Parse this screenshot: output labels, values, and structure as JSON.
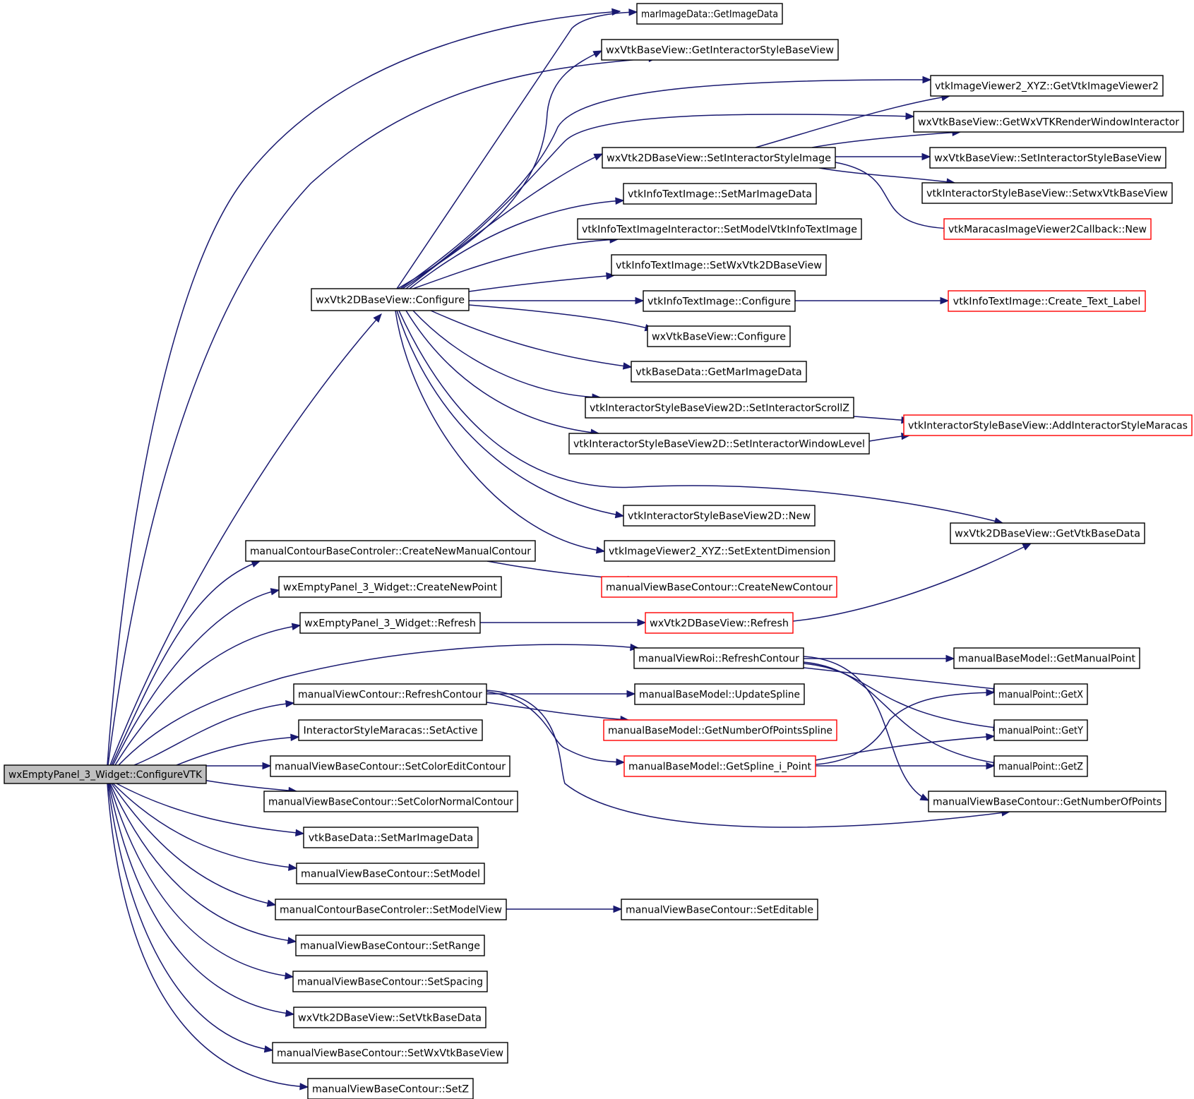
{
  "diagram": {
    "style": {
      "edge_color": "#191970",
      "root_fill": "#bfbfbf",
      "truncated_border": "#ff0000",
      "node_border": "#000000"
    },
    "nodes": [
      {
        "id": "root",
        "label": "wxEmptyPanel_3_Widget::ConfigureVTK",
        "kind": "root"
      },
      {
        "id": "cfg",
        "label": "wxVtk2DBaseView::Configure"
      },
      {
        "id": "getimg",
        "label": "marImageData::GetImageData"
      },
      {
        "id": "getisbv",
        "label": "wxVtkBaseView::GetInteractorStyleBaseView"
      },
      {
        "id": "getvtkiv2",
        "label": "vtkImageViewer2_XYZ::GetVtkImageViewer2"
      },
      {
        "id": "getwxrwi",
        "label": "wxVtkBaseView::GetWxVTKRenderWindowInteractor"
      },
      {
        "id": "setisi",
        "label": "wxVtk2DBaseView::SetInteractorStyleImage"
      },
      {
        "id": "setisbv",
        "label": "wxVtkBaseView::SetInteractorStyleBaseView"
      },
      {
        "id": "setwxvbv",
        "label": "vtkInteractorStyleBaseView::SetwxVtkBaseView"
      },
      {
        "id": "mivcbnew",
        "label": "vtkMaracasImageViewer2Callback::New",
        "kind": "truncated"
      },
      {
        "id": "setmarimg",
        "label": "vtkInfoTextImage::SetMarImageData"
      },
      {
        "id": "setmodel",
        "label": "vtkInfoTextImageInteractor::SetModelVtkInfoTextImage"
      },
      {
        "id": "setwxv2d",
        "label": "vtkInfoTextImage::SetWxVtk2DBaseView"
      },
      {
        "id": "itcfg",
        "label": "vtkInfoTextImage::Configure"
      },
      {
        "id": "ctl",
        "label": "vtkInfoTextImage::Create_Text_Label",
        "kind": "truncated"
      },
      {
        "id": "wxbcfg",
        "label": "wxVtkBaseView::Configure"
      },
      {
        "id": "getmarimg",
        "label": "vtkBaseData::GetMarImageData"
      },
      {
        "id": "setscroll",
        "label": "vtkInteractorStyleBaseView2D::SetInteractorScrollZ"
      },
      {
        "id": "addism",
        "label": "vtkInteractorStyleBaseView::AddInteractorStyleMaracas",
        "kind": "truncated"
      },
      {
        "id": "setwl",
        "label": "vtkInteractorStyleBaseView2D::SetInteractorWindowLevel"
      },
      {
        "id": "is2dnew",
        "label": "vtkInteractorStyleBaseView2D::New"
      },
      {
        "id": "getvbd",
        "label": "wxVtk2DBaseView::GetVtkBaseData"
      },
      {
        "id": "setext",
        "label": "vtkImageViewer2_XYZ::SetExtentDimension"
      },
      {
        "id": "createmc",
        "label": "manualContourBaseControler::CreateNewManualContour"
      },
      {
        "id": "createnc",
        "label": "manualViewBaseContour::CreateNewContour",
        "kind": "truncated"
      },
      {
        "id": "createnp",
        "label": "wxEmptyPanel_3_Widget::CreateNewPoint"
      },
      {
        "id": "refresh",
        "label": "wxEmptyPanel_3_Widget::Refresh"
      },
      {
        "id": "v2drefresh",
        "label": "wxVtk2DBaseView::Refresh",
        "kind": "truncated"
      },
      {
        "id": "roirc",
        "label": "manualViewRoi::RefreshContour"
      },
      {
        "id": "getmp",
        "label": "manualBaseModel::GetManualPoint"
      },
      {
        "id": "getx",
        "label": "manualPoint::GetX"
      },
      {
        "id": "gety",
        "label": "manualPoint::GetY"
      },
      {
        "id": "getz",
        "label": "manualPoint::GetZ"
      },
      {
        "id": "getnop",
        "label": "manualViewBaseContour::GetNumberOfPoints"
      },
      {
        "id": "mvcrc",
        "label": "manualViewContour::RefreshContour"
      },
      {
        "id": "updspl",
        "label": "manualBaseModel::UpdateSpline"
      },
      {
        "id": "getnops",
        "label": "manualBaseModel::GetNumberOfPointsSpline",
        "kind": "truncated"
      },
      {
        "id": "getsip",
        "label": "manualBaseModel::GetSpline_i_Point",
        "kind": "truncated"
      },
      {
        "id": "setactive",
        "label": "InteractorStyleMaracas::SetActive"
      },
      {
        "id": "setcec",
        "label": "manualViewBaseContour::SetColorEditContour"
      },
      {
        "id": "setcnc",
        "label": "manualViewBaseContour::SetColorNormalContour"
      },
      {
        "id": "setmarimg2",
        "label": "vtkBaseData::SetMarImageData"
      },
      {
        "id": "setmodel2",
        "label": "manualViewBaseContour::SetModel"
      },
      {
        "id": "setmv",
        "label": "manualContourBaseControler::SetModelView"
      },
      {
        "id": "seteditable",
        "label": "manualViewBaseContour::SetEditable"
      },
      {
        "id": "setrange",
        "label": "manualViewBaseContour::SetRange"
      },
      {
        "id": "setspacing",
        "label": "manualViewBaseContour::SetSpacing"
      },
      {
        "id": "setvbd",
        "label": "wxVtk2DBaseView::SetVtkBaseData"
      },
      {
        "id": "setwxvbv2",
        "label": "manualViewBaseContour::SetWxVtkBaseView"
      },
      {
        "id": "setz",
        "label": "manualViewBaseContour::SetZ"
      }
    ]
  }
}
